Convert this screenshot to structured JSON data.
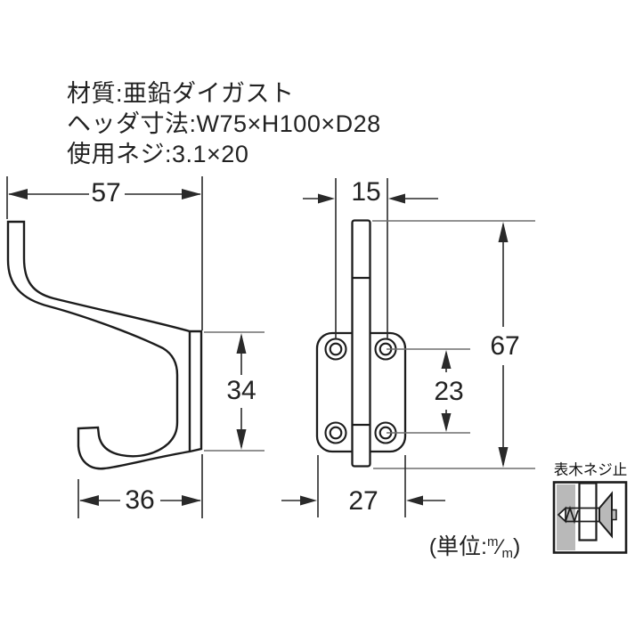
{
  "specs": {
    "material": "材質:亜鉛ダイガスト",
    "header_size": "ヘッダ寸法:W75×H100×D28",
    "screw": "使用ネジ:3.1×20"
  },
  "dimensions": {
    "side_width": "57",
    "side_plate_height": "34",
    "side_bottom_width": "36",
    "front_hole_pitch_x": "15",
    "front_height": "67",
    "front_hole_pitch_y": "23",
    "front_width": "27"
  },
  "unit": {
    "prefix": "(単位:",
    "numerator": "m",
    "slash": "⁄",
    "denominator": "m",
    "suffix": ")"
  },
  "screw_note": {
    "label": "表木ネジ止"
  },
  "colors": {
    "outline": "#1c1c1c",
    "dimension": "#2a2a2a",
    "extension_gray": "#6e6e6e",
    "gray_fill": "#b9b9b9"
  }
}
